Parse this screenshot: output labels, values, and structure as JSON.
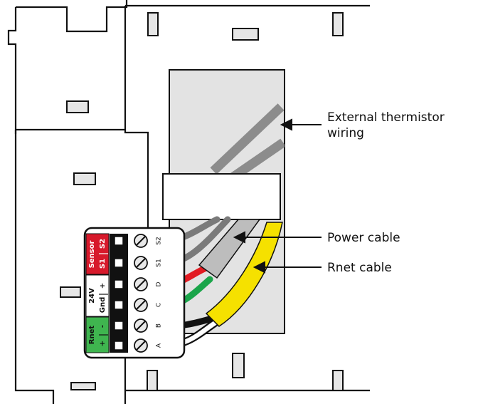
{
  "callouts": {
    "thermistor": [
      "External thermistor",
      "wiring"
    ],
    "power": "Power cable",
    "rnet": "Rnet cable"
  },
  "terminal_block": {
    "terminal_letters": [
      "S2",
      "S1",
      "D",
      "C",
      "B",
      "A"
    ],
    "groups": {
      "sensor": {
        "title": "Sensor",
        "left": "S1",
        "right": "S2",
        "color": "#d7192b"
      },
      "power24v": {
        "title": "24V",
        "left": "Gnd",
        "right": "+",
        "color": "#ffffff"
      },
      "rnet": {
        "title": "Rnet",
        "left": "+",
        "right": "-",
        "color": "#3fb54f"
      }
    }
  },
  "wire_colors": {
    "gray": "#7a7a7a",
    "red": "#e21b22",
    "green": "#1aa54a",
    "black": "#111111",
    "white": "#ffffff",
    "rnet_jacket": "#f5e100",
    "power_jacket": "#bdbdbd",
    "thermistor": "#8c8c8c",
    "panel_fill": "#e3e3e3"
  }
}
